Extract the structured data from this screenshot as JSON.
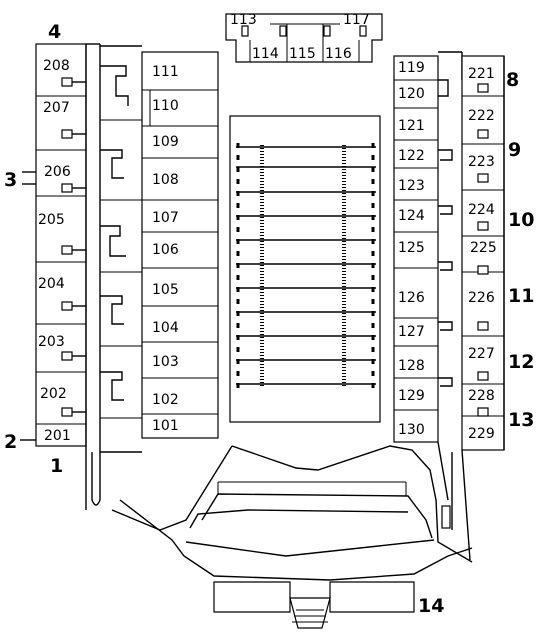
{
  "upper_left_sections": [
    "208",
    "207",
    "206",
    "205",
    "204",
    "203",
    "202",
    "201"
  ],
  "lower_left_sections": [
    "111",
    "110",
    "109",
    "108",
    "107",
    "106",
    "105",
    "104",
    "103",
    "102",
    "101"
  ],
  "end_zone_sections": [
    "113",
    "114",
    "115",
    "116",
    "117"
  ],
  "lower_right_sections": [
    "119",
    "120",
    "121",
    "122",
    "123",
    "124",
    "125",
    "126",
    "127",
    "128",
    "129",
    "130"
  ],
  "upper_right_sections": [
    "221",
    "222",
    "223",
    "224",
    "225",
    "226",
    "227",
    "228",
    "229"
  ],
  "gates": [
    "1",
    "2",
    "3",
    "4",
    "8",
    "9",
    "10",
    "11",
    "12",
    "13",
    "14"
  ]
}
